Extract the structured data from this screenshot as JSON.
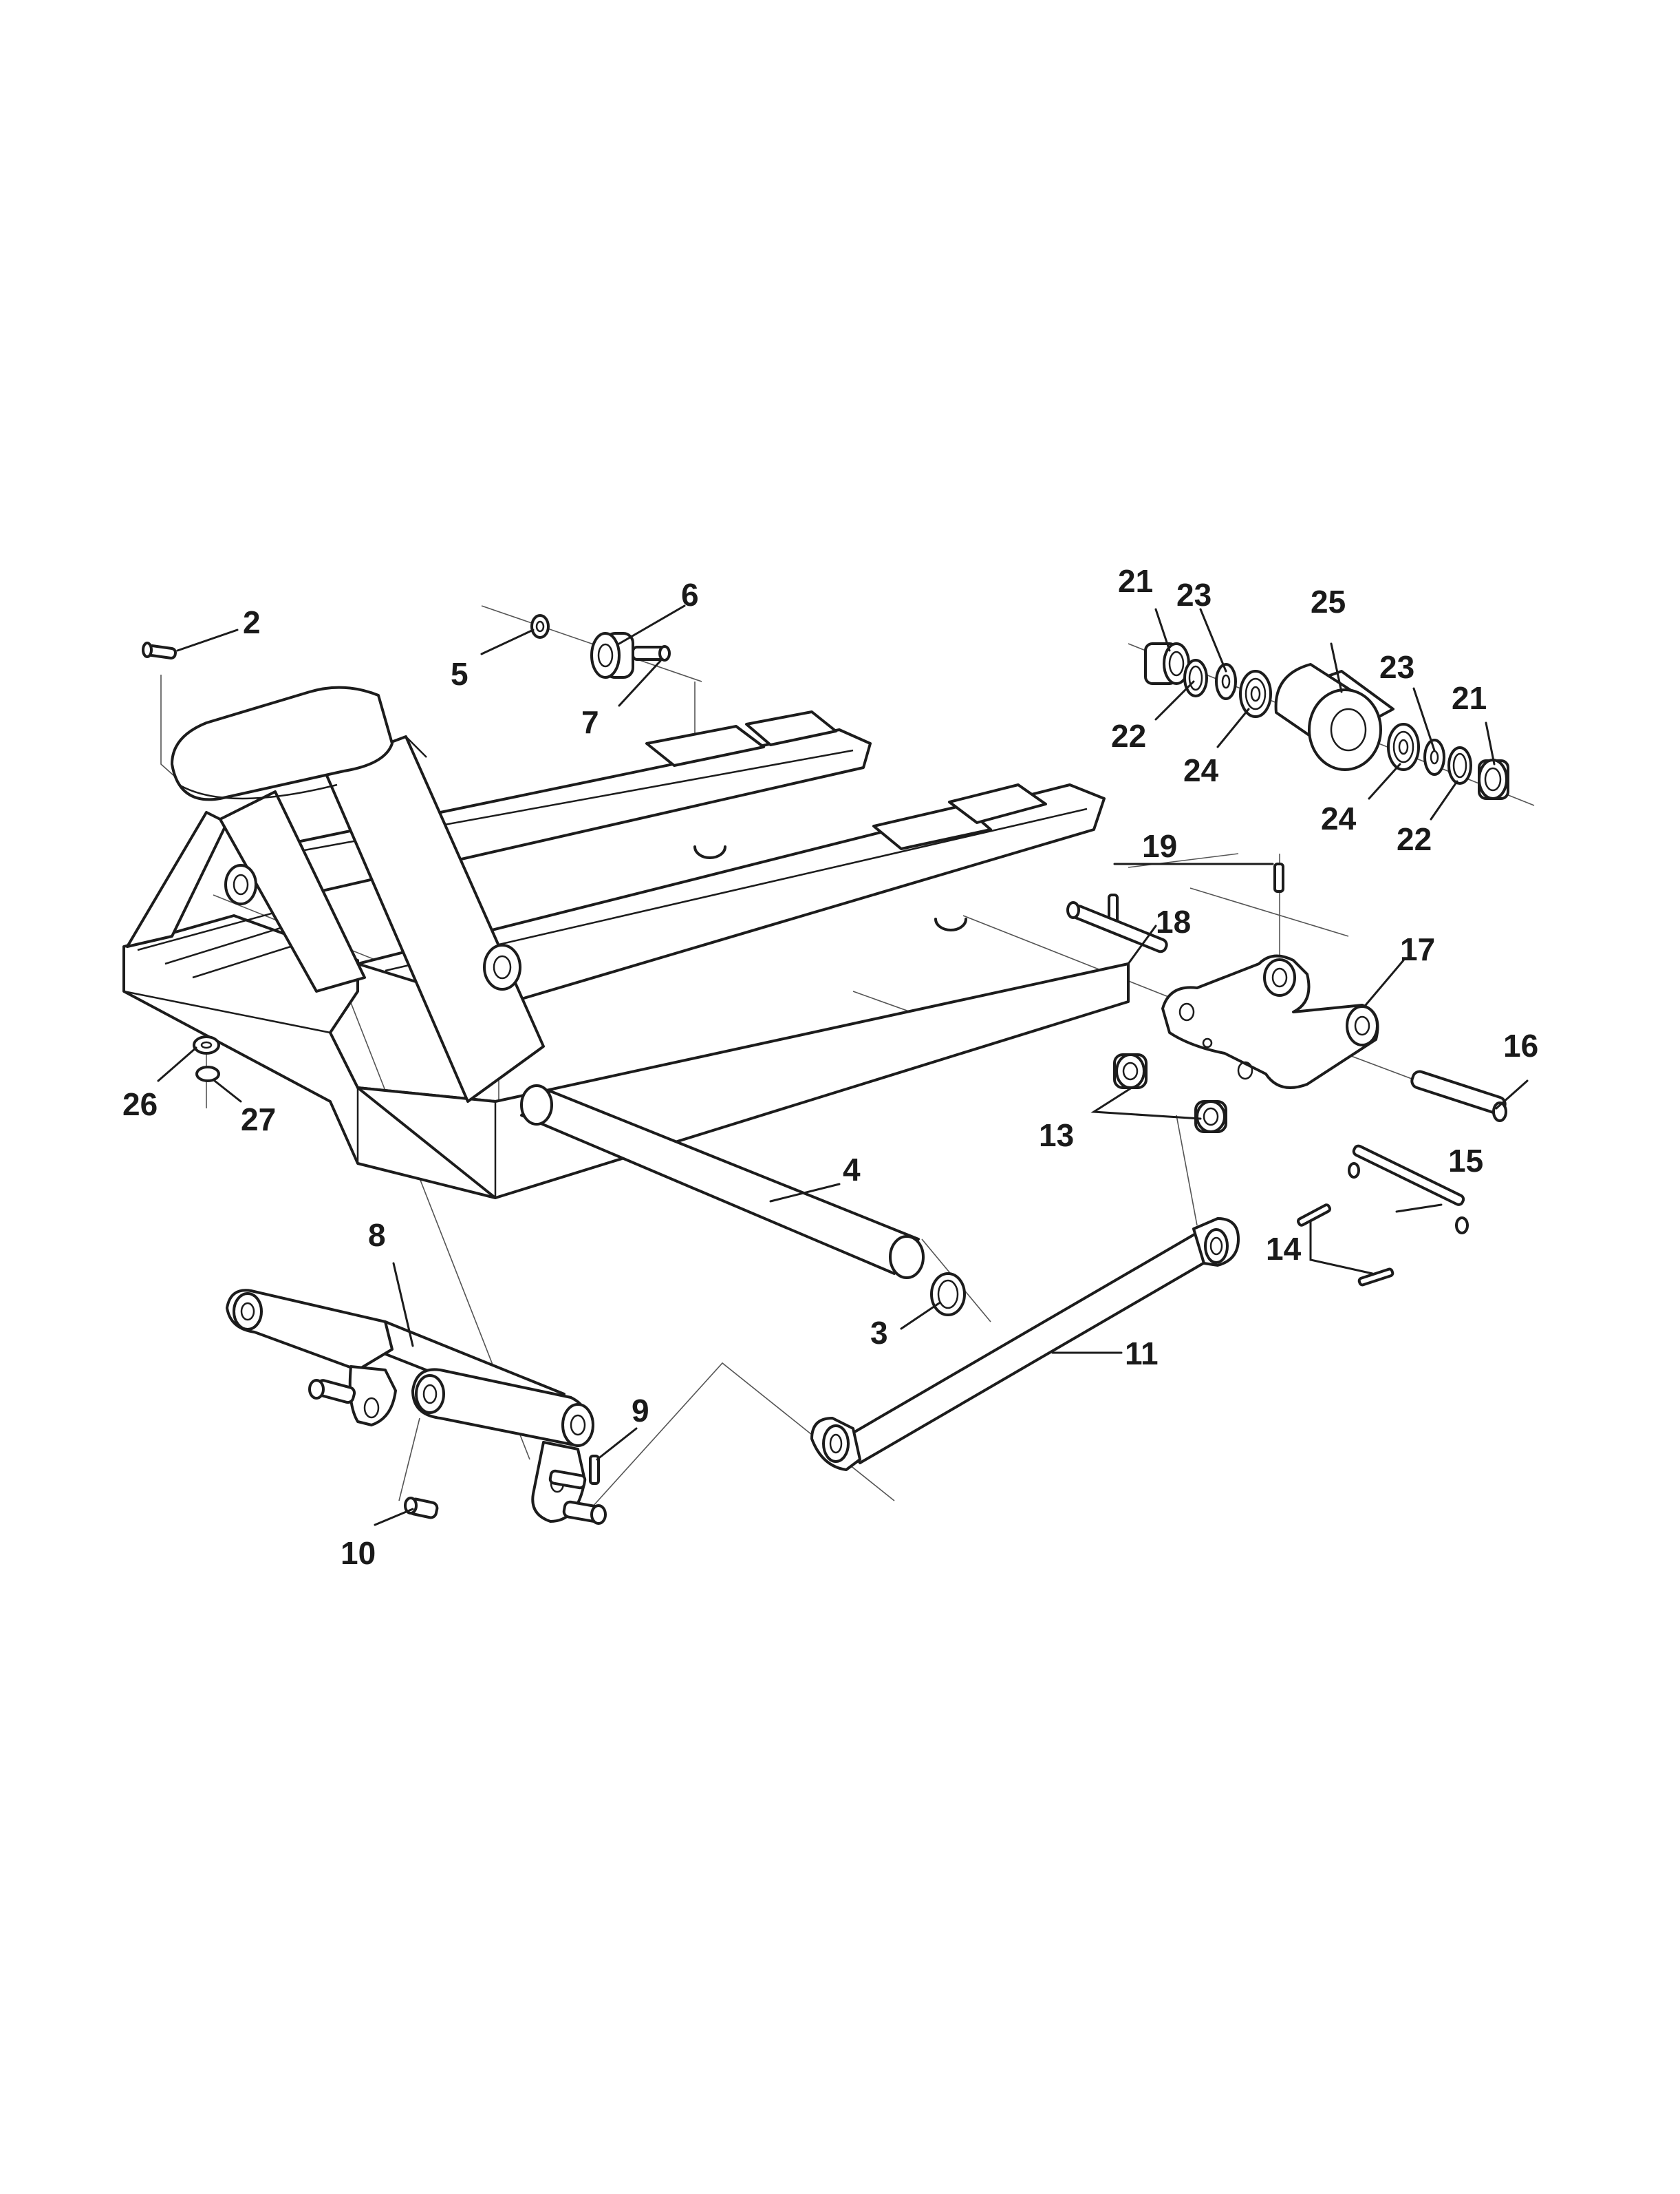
{
  "callouts": {
    "c2": "2",
    "c3": "3",
    "c4": "4",
    "c5": "5",
    "c6": "6",
    "c7": "7",
    "c8": "8",
    "c9": "9",
    "c10": "10",
    "c11": "11",
    "c13": "13",
    "c14": "14",
    "c15": "15",
    "c16": "16",
    "c17": "17",
    "c18": "18",
    "c19": "19",
    "c21a": "21",
    "c21b": "21",
    "c22a": "22",
    "c22b": "22",
    "c23a": "23",
    "c23b": "23",
    "c24a": "24",
    "c24b": "24",
    "c25": "25",
    "c26": "26",
    "c27": "27"
  },
  "colors": {
    "line": "#1c1c1c",
    "background": "#ffffff"
  }
}
